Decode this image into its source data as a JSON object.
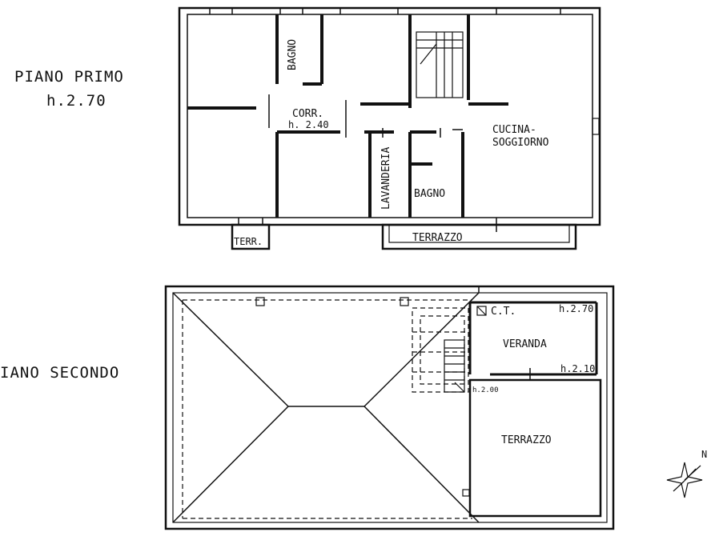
{
  "first_floor": {
    "title": "PIANO PRIMO",
    "height": "h.2.70",
    "rooms": {
      "bagno_top": "BAGNO",
      "corr": "CORR.",
      "corr_height": "h. 2.40",
      "cucina_1": "CUCINA-",
      "cucina_2": "SOGGIORNO",
      "lavanderia": "LAVANDERIA",
      "bagno_bottom": "BAGNO",
      "terr_small": "TERR.",
      "terrazzo": "TERRAZZO"
    }
  },
  "second_floor": {
    "title": "IANO SECONDO",
    "rooms": {
      "ct": "C.T.",
      "veranda": "VERANDA",
      "terrazzo": "TERRAZZO",
      "h270": "h.2.70",
      "h210": "h.2.10",
      "h200": "h.2.00"
    }
  },
  "compass": {
    "label": "N",
    "icon": "compass-rose-icon"
  }
}
